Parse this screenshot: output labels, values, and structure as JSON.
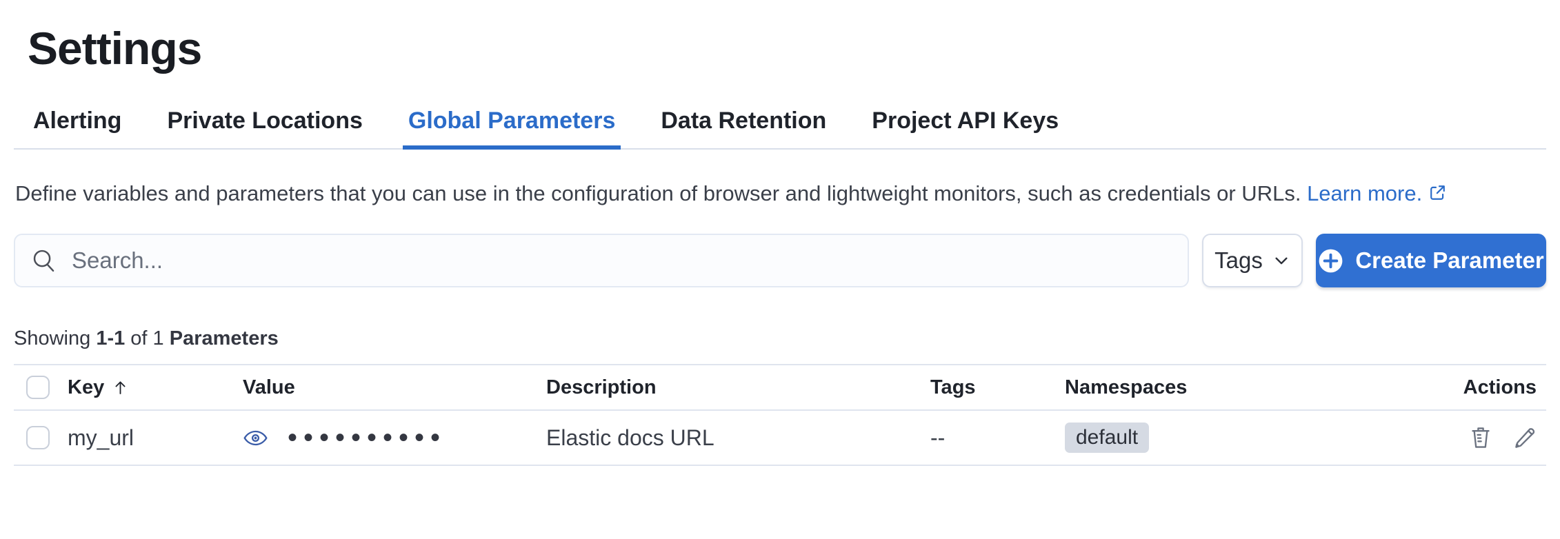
{
  "header": {
    "title": "Settings"
  },
  "tabs": {
    "items": [
      {
        "label": "Alerting"
      },
      {
        "label": "Private Locations"
      },
      {
        "label": "Global Parameters"
      },
      {
        "label": "Data Retention"
      },
      {
        "label": "Project API Keys"
      }
    ],
    "active": "Global Parameters"
  },
  "description": {
    "text": "Define variables and parameters that you can use in the configuration of browser and lightweight monitors, such as credentials or URLs.",
    "link_label": "Learn more.",
    "link_icon": "external-link-icon"
  },
  "toolbar": {
    "search_placeholder": "Search...",
    "search_icon": "search-icon",
    "tags_filter_label": "Tags",
    "tags_filter_icon": "chevron-down-icon",
    "create_button_label": "Create Parameter",
    "create_button_icon": "plus-in-circle-icon"
  },
  "summary": {
    "showing_label": "Showing",
    "range": "1-1",
    "of_label": "of 1",
    "entity_label": "Parameters"
  },
  "table": {
    "columns": {
      "key": "Key",
      "value": "Value",
      "description": "Description",
      "tags": "Tags",
      "namespaces": "Namespaces",
      "actions": "Actions"
    },
    "sort": {
      "column": "Key",
      "direction": "ascending",
      "icon": "sort-ascending-icon"
    },
    "rows": [
      {
        "key": "my_url",
        "value_masked": "••••••••••",
        "value_icon": "eye-icon",
        "description": "Elastic docs URL",
        "tags": "--",
        "namespace": "default",
        "actions": [
          "delete",
          "edit"
        ]
      }
    ]
  },
  "colors": {
    "primary_button": "#3070d2",
    "link_blue": "#2b6cc9",
    "active_tab_blue": "#2b6cc9",
    "eye_icon_blue": "#3a5ca8",
    "badge_background": "#d5dae3",
    "divider": "#dfe4ee",
    "muted_icon_gray": "#6b7280"
  }
}
